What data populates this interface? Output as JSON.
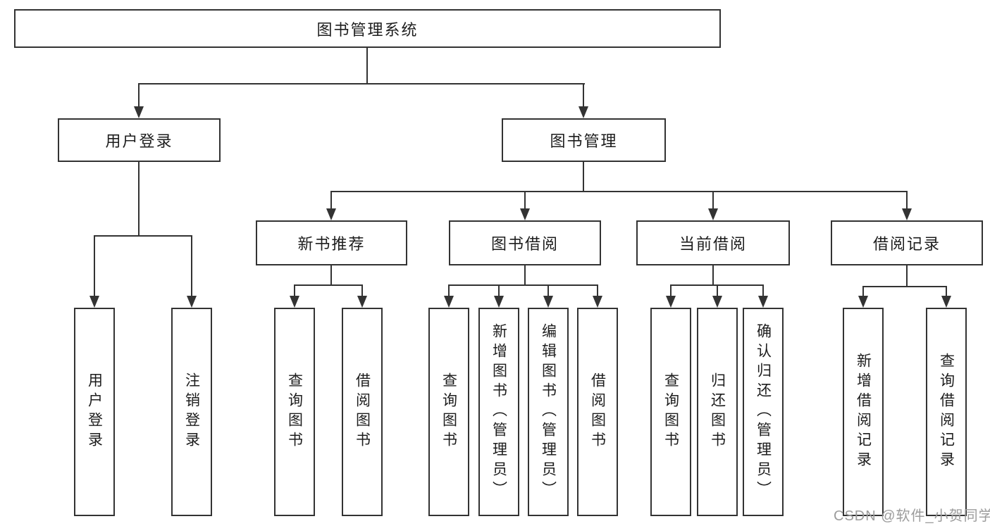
{
  "diagram": {
    "title": "图书管理系统",
    "root": {
      "label": "图书管理系统"
    },
    "level2": [
      {
        "label": "用户登录"
      },
      {
        "label": "图书管理"
      }
    ],
    "level3": [
      {
        "label": "新书推荐"
      },
      {
        "label": "图书借阅"
      },
      {
        "label": "当前借阅"
      },
      {
        "label": "借阅记录"
      }
    ],
    "leaves": [
      {
        "label": "用户登录",
        "parent": "用户登录"
      },
      {
        "label": "注销登录",
        "parent": "用户登录"
      },
      {
        "label": "查询图书",
        "parent": "新书推荐"
      },
      {
        "label": "借阅图书",
        "parent": "新书推荐"
      },
      {
        "label": "查询图书",
        "parent": "图书借阅"
      },
      {
        "label": "新增图书（管理员）",
        "parent": "图书借阅"
      },
      {
        "label": "编辑图书（管理员）",
        "parent": "图书借阅"
      },
      {
        "label": "借阅图书",
        "parent": "图书借阅"
      },
      {
        "label": "查询图书",
        "parent": "当前借阅"
      },
      {
        "label": "归还图书",
        "parent": "当前借阅"
      },
      {
        "label": "确认归还（管理员）",
        "parent": "当前借阅"
      },
      {
        "label": "新增借阅记录",
        "parent": "借阅记录"
      },
      {
        "label": "查询借阅记录",
        "parent": "借阅记录"
      }
    ],
    "colors": {
      "line": "#333333",
      "text": "#1d1d1d",
      "watermark_text": "#9c9c9c",
      "background": "#ffffff"
    }
  },
  "watermark": {
    "text": "CSDN @软件_小贺同学"
  }
}
